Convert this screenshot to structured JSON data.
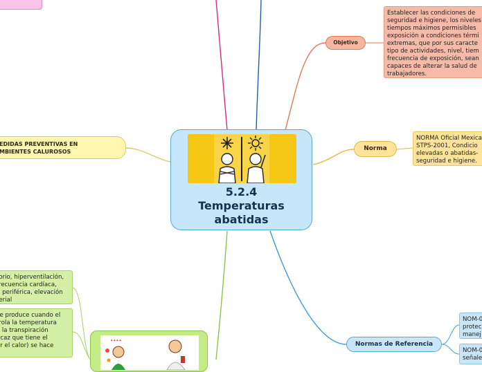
{
  "central": {
    "title_lines": [
      "5.2.4",
      "Temperaturas",
      "abatidas"
    ],
    "image": "cold-and-hot-figures-icon"
  },
  "branches": {
    "objetivo": {
      "label": "Objetivo",
      "note_lines": [
        "Establecer las condiciones de",
        "seguridad e higiene, los niveles",
        "tiempos máximos permisibles",
        "exposición a condiciones térmi",
        "extremas, que por sus caracte",
        "tipo de actividades, nivel, tiem",
        "frecuencia de exposición, sean",
        "capaces de alterar la salud de",
        "trabajadores."
      ]
    },
    "norma": {
      "label": "Norma",
      "note_lines": [
        "NORMA Oficial Mexica",
        "STPS-2001, Condicio",
        "elevadas o abatidas-",
        "seguridad e higiene."
      ]
    },
    "normas_referencia": {
      "label": "Normas de Referencia",
      "note1_lines": [
        "NOM-0",
        "protec",
        "manej"
      ],
      "note2_lines": [
        "NOM-0",
        "señale"
      ]
    },
    "medidas": {
      "label_lines": [
        "EDIDAS PREVENTIVAS EN",
        "MBIENTES CALUROSOS"
      ]
    },
    "green": {
      "note1_lines": [
        "torio, hiperventilación,",
        "frecuencia cardíaca,",
        "n periférica, elevación",
        "terial"
      ],
      "note2_lines": [
        "se produce cuando el",
        "trola la temperatura",
        "y la transpiración",
        "ficaz que tiene el",
        "ar el calor) se hace"
      ],
      "image": "heat-illness-illustration"
    }
  },
  "colors": {
    "central_fill": "#c6e6fa",
    "objetivo": "#e07a5a",
    "norma": "#e0b84a",
    "normas_referencia": "#3a9ee0",
    "medidas": "#d8cc6a",
    "green": "#8cc34a",
    "magenta": "#d6287e",
    "blue_line": "#1f5fb0"
  }
}
